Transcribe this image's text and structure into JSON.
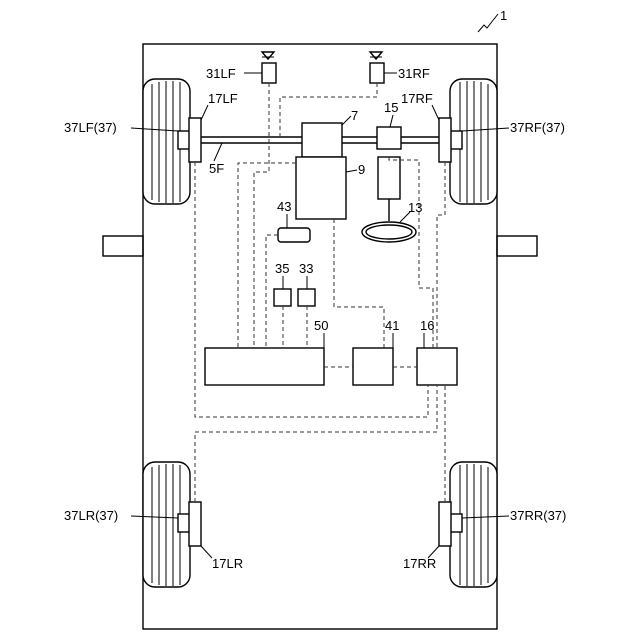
{
  "figure": {
    "number": "1",
    "labels": {
      "antenna_lf": "31LF",
      "antenna_rf": "31RF",
      "sensor_lf": "17LF",
      "sensor_rf": "17RF",
      "wheel_lf": "37LF(37)",
      "wheel_rf": "37RF(37)",
      "axle": "5F",
      "engine": "7",
      "transmission": "9",
      "steering_unit": "15",
      "steering_wheel": "13",
      "component_43": "43",
      "component_35": "35",
      "component_33": "33",
      "controller_50": "50",
      "controller_41": "41",
      "controller_16": "16",
      "wheel_lr": "37LR(37)",
      "wheel_rr": "37RR(37)",
      "sensor_lr": "17LR",
      "sensor_rr": "17RR"
    }
  }
}
